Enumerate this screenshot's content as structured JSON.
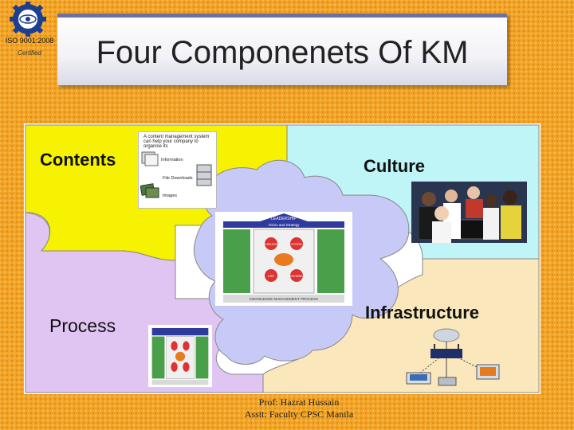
{
  "logo": {
    "iso": "ISO 9001:2008",
    "certified": "Certified"
  },
  "title": "Four Componenets Of KM",
  "pieces": {
    "contents": "Contents",
    "culture": "Culture",
    "process": "Process",
    "infrastructure": "Infrastructure"
  },
  "cms": {
    "heading": "A content management system can help your company to organise its",
    "information": "Information",
    "downloads": "File Downloads",
    "images": "Images"
  },
  "diagram": {
    "top": "LEADERSHIP",
    "vision": "Vision and Strategy",
    "bottom": "KNOWLEDGE MANAGEMENT PROCESS",
    "create": "CREATE",
    "store": "STORE",
    "use": "USE",
    "disseminate": "DISSEMINATE"
  },
  "footer": {
    "line1": "Prof: Hazrat Hussain",
    "line2": "Asstt: Faculty CPSC Manila"
  },
  "colors": {
    "background": "#f2a428",
    "contents": "#f7f200",
    "culture": "#bff5f7",
    "process": "#e0c5f2",
    "infrastructure": "#fbe7bc",
    "center": "#c7caf7"
  }
}
